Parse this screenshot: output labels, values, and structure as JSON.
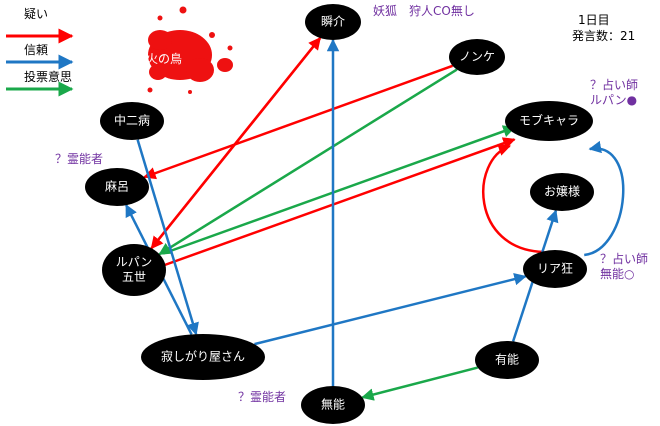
{
  "legend": [
    {
      "label": "疑い",
      "color": "#ff0000"
    },
    {
      "label": "信頼",
      "color": "#1f77c4"
    },
    {
      "label": "投票意思",
      "color": "#1aa84a"
    }
  ],
  "info": {
    "day": "1日目",
    "count": "発言数：21"
  },
  "splat": {
    "label": "火の鳥"
  },
  "nodes": [
    {
      "id": "shunsuke",
      "label": "瞬介"
    },
    {
      "id": "nonke",
      "label": "ノンケ"
    },
    {
      "id": "mobu",
      "label": "モブキャラ"
    },
    {
      "id": "ojou",
      "label": "お嬢様"
    },
    {
      "id": "riajuu",
      "label": "リア狂"
    },
    {
      "id": "yuunou",
      "label": "有能"
    },
    {
      "id": "munou",
      "label": "無能"
    },
    {
      "id": "sabishi",
      "label": "寂しがり屋さん"
    },
    {
      "id": "lupin",
      "label": "ルパン\n五世"
    },
    {
      "id": "maro",
      "label": "麻呂"
    },
    {
      "id": "chuuni",
      "label": "中二病"
    }
  ],
  "edges": [
    {
      "from": "lupin",
      "to": "shunsuke",
      "type": "疑い"
    },
    {
      "from": "shunsuke",
      "to": "lupin",
      "type": "疑い"
    },
    {
      "from": "nonke",
      "to": "maro",
      "type": "疑い"
    },
    {
      "from": "lupin",
      "to": "mobu",
      "type": "疑い"
    },
    {
      "from": "riajuu",
      "to": "mobu",
      "type": "疑い"
    },
    {
      "from": "nonke",
      "to": "lupin",
      "type": "投票意思"
    },
    {
      "from": "lupin",
      "to": "mobu",
      "type": "投票意思"
    },
    {
      "from": "yuunou",
      "to": "munou",
      "type": "投票意思"
    },
    {
      "from": "munou",
      "to": "shunsuke",
      "type": "信頼"
    },
    {
      "from": "chuuni",
      "to": "sabishi",
      "type": "信頼"
    },
    {
      "from": "sabishi",
      "to": "maro",
      "type": "信頼"
    },
    {
      "from": "sabishi",
      "to": "riajuu",
      "type": "信頼"
    },
    {
      "from": "yuunou",
      "to": "ojou",
      "type": "信頼"
    },
    {
      "from": "riajuu",
      "to": "mobu",
      "type": "信頼"
    }
  ],
  "annotations": {
    "shunsuke": "妖狐　狩人CO無し",
    "mobu": "？占い師\nルパン●",
    "maro": "？霊能者",
    "riajuu": "？占い師\n無能○",
    "munou": "？霊能者"
  }
}
